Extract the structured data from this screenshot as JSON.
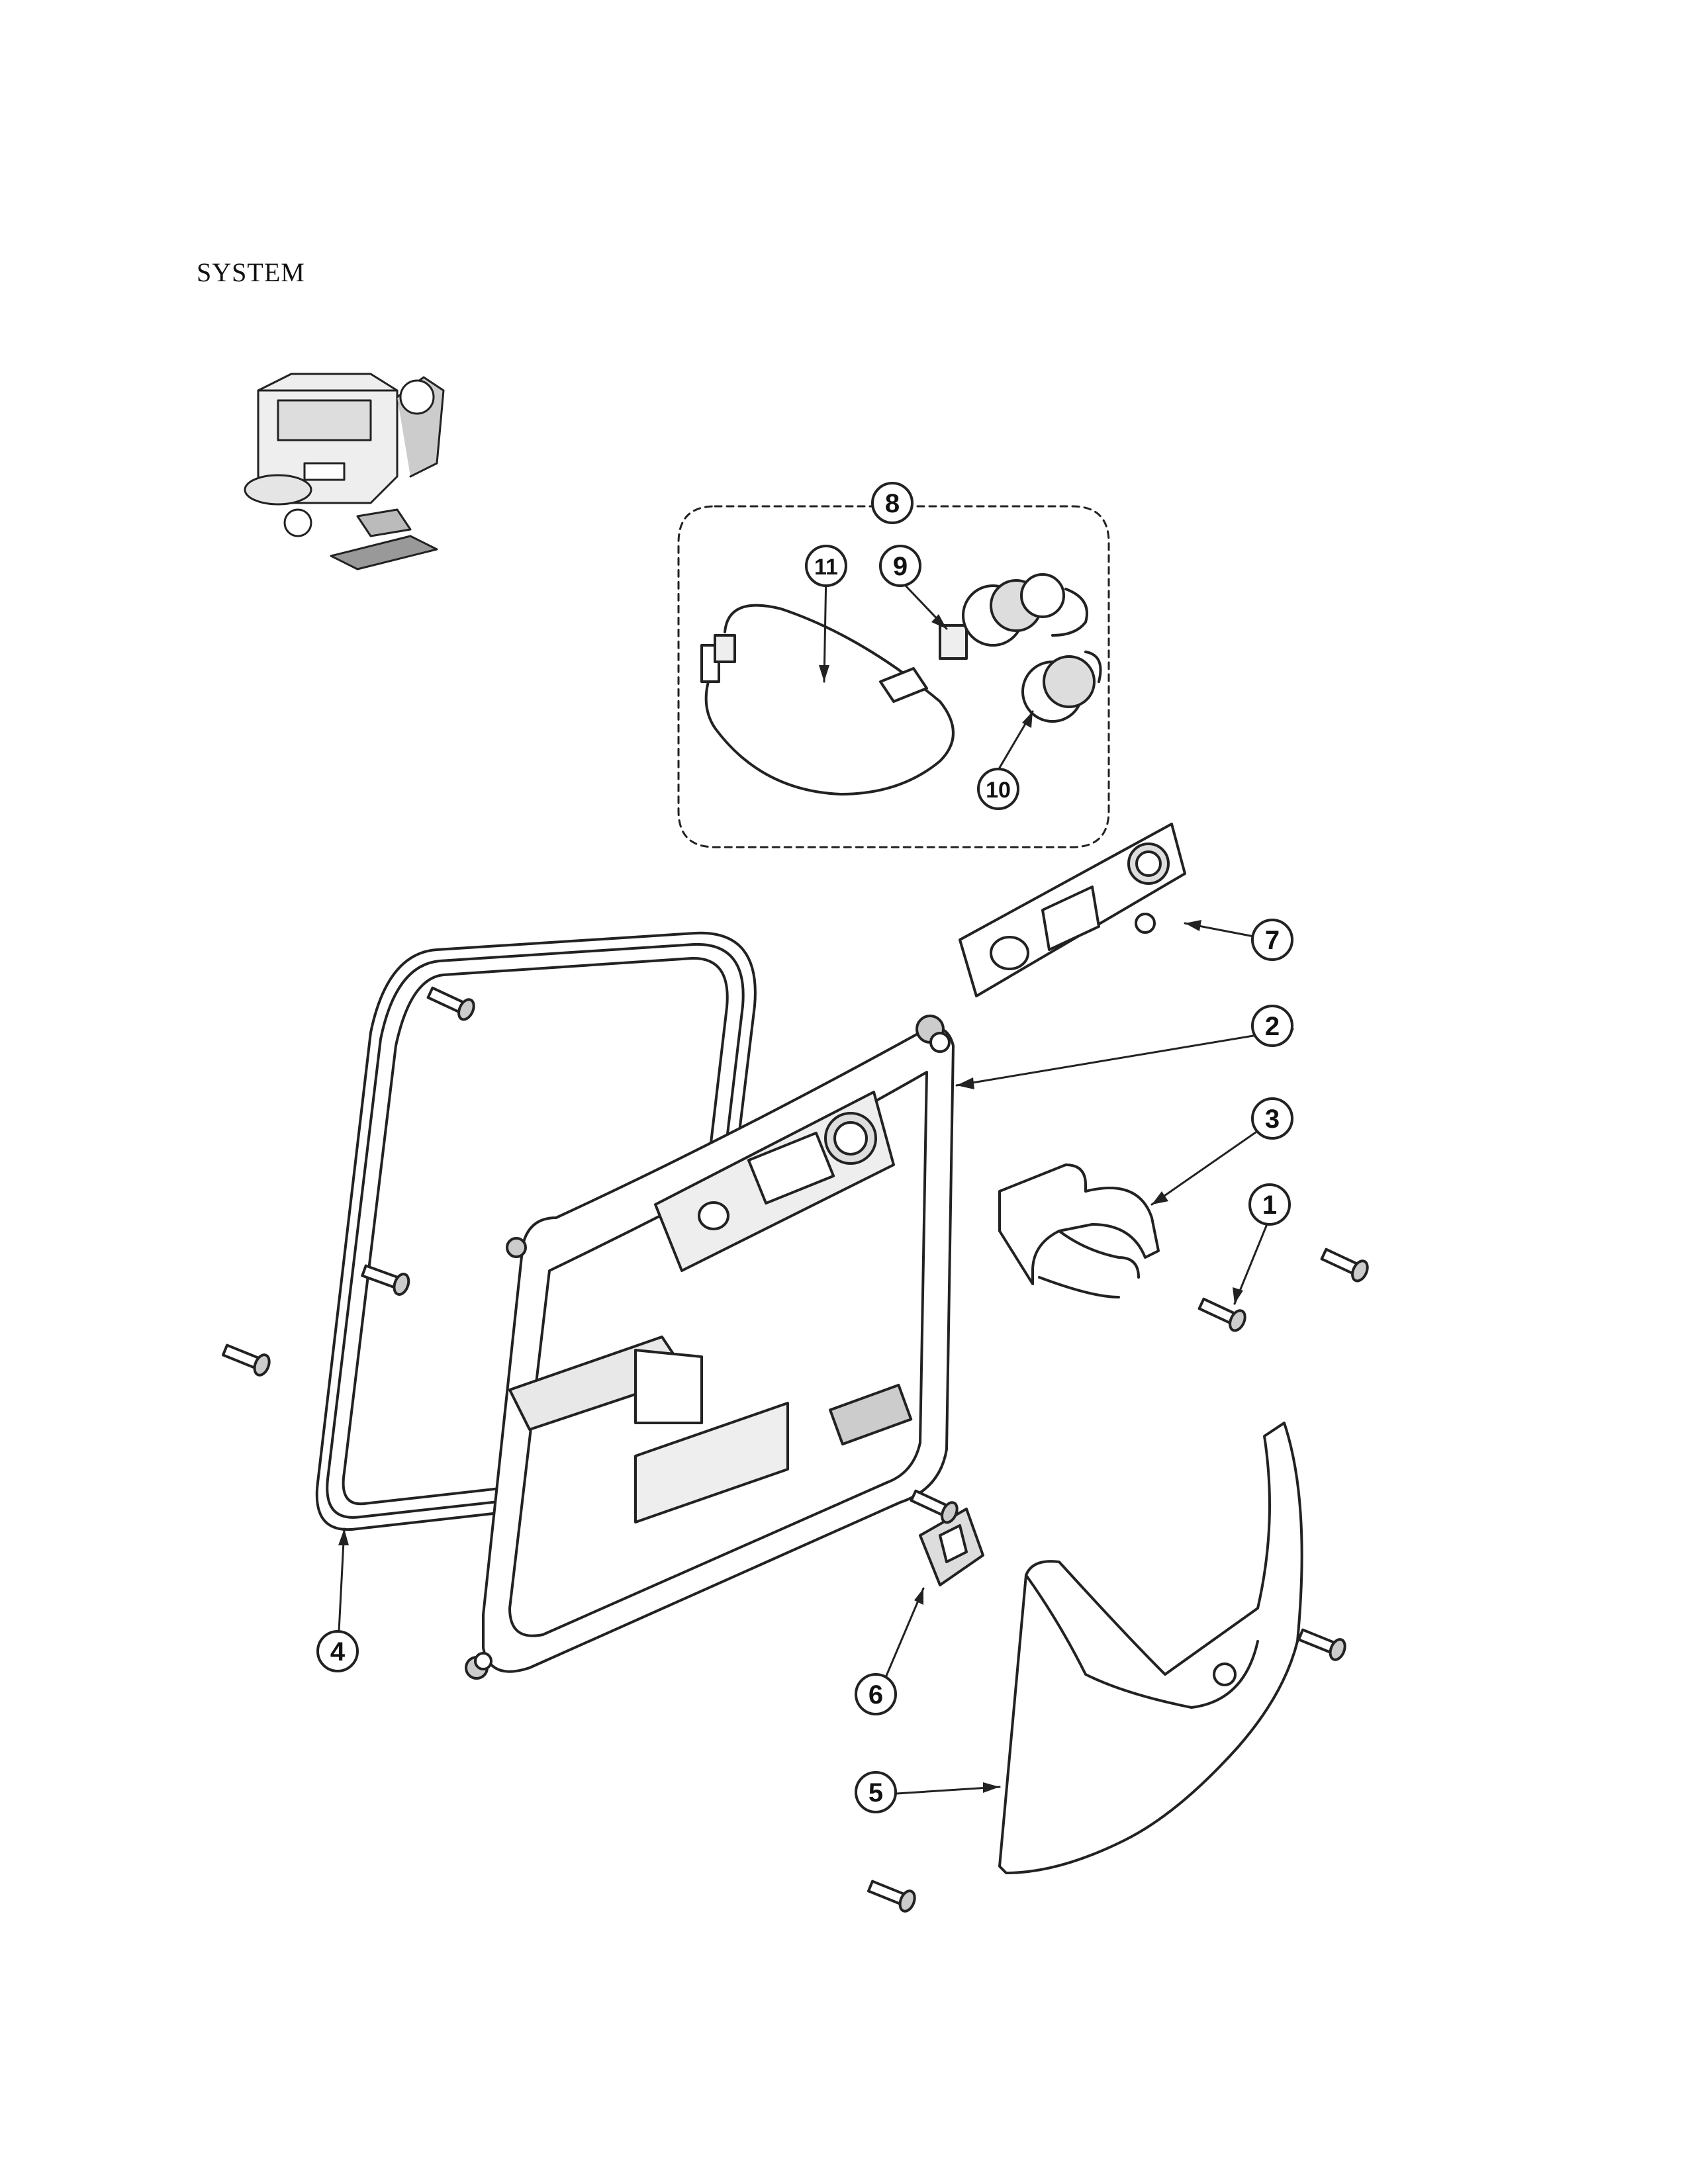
{
  "header": {
    "title": "SYSTEM"
  },
  "callouts": [
    {
      "id": "callout-1",
      "number": "1"
    },
    {
      "id": "callout-2",
      "number": "2"
    },
    {
      "id": "callout-3",
      "number": "3"
    },
    {
      "id": "callout-4",
      "number": "4"
    },
    {
      "id": "callout-5",
      "number": "5"
    },
    {
      "id": "callout-6",
      "number": "6"
    },
    {
      "id": "callout-7",
      "number": "7"
    },
    {
      "id": "callout-8",
      "number": "8"
    },
    {
      "id": "callout-9",
      "number": "9"
    },
    {
      "id": "callout-10",
      "number": "10"
    },
    {
      "id": "callout-11",
      "number": "11"
    }
  ],
  "colors": {
    "line": "#222222",
    "fill": "#ffffff",
    "shade": "#d9d9d9"
  }
}
